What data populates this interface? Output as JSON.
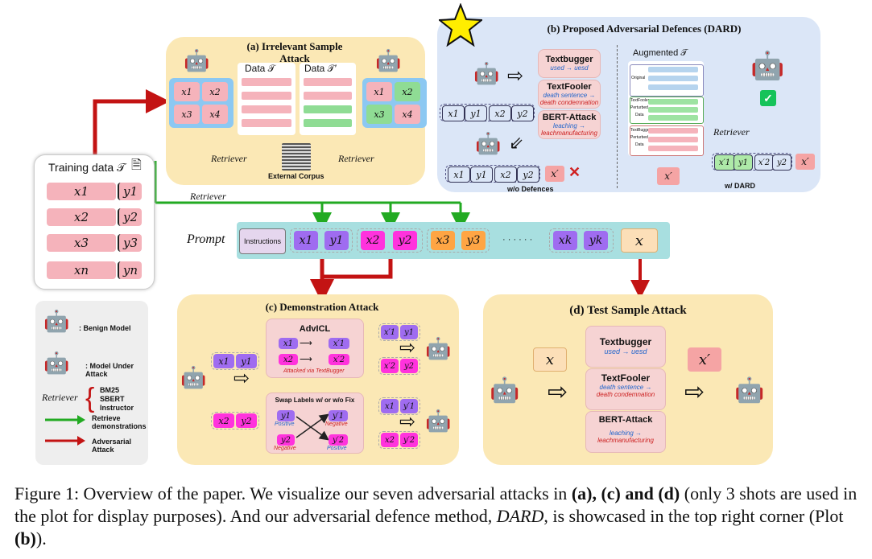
{
  "panel_a": {
    "title": "(a) Irrelevant Sample Attack",
    "data_t": "Data 𝒯",
    "data_tprime": "Data 𝒯′",
    "retriever_left": "Retriever",
    "retriever_right": "Retriever",
    "external_corpus": "External Corpus",
    "cells_left": [
      "x1",
      "x2",
      "x3",
      "x4"
    ],
    "cells_right": [
      "x1",
      "x2",
      "x3",
      "x4"
    ]
  },
  "panel_b": {
    "title": "(b) Proposed Adversarial Defences (DARD)",
    "attacks": [
      {
        "name": "Textbugger",
        "line1": "used → uesd",
        "line2": ""
      },
      {
        "name": "TextFooler",
        "line1": "death sentence →",
        "line2": "death condemnation"
      },
      {
        "name": "BERT-Attack",
        "line1": "leaching →",
        "line2": "leachmanufacturing"
      }
    ],
    "shots_top": [
      "x1",
      "y1",
      "x2",
      "y2"
    ],
    "shots_bottom": [
      "x1",
      "y1",
      "x2",
      "y2"
    ],
    "xprime": "x′",
    "wo_defences": "w/o Defences",
    "augmented": "Augmented 𝒯",
    "aug_labels": [
      "Original",
      "TextFooler",
      "Perturbed",
      "Data",
      "TextBugger",
      "Perturbed",
      "Data"
    ],
    "retriever": "Retriever",
    "dard_shots": [
      "x′1",
      "y1",
      "x′2",
      "y2"
    ],
    "dard_xprime": "x′",
    "w_dard": "w/ DARD"
  },
  "training": {
    "title": "Training data 𝒯",
    "rows": [
      [
        "x1",
        "y1"
      ],
      [
        "x2",
        "y2"
      ],
      [
        "x3",
        "y3"
      ],
      [
        "xn",
        "yn"
      ]
    ],
    "retriever": "Retriever"
  },
  "prompt": {
    "label": "Prompt",
    "instructions": "Instructions",
    "shots": [
      [
        "x1",
        "y1"
      ],
      [
        "x2",
        "y2"
      ],
      [
        "x3",
        "y3"
      ]
    ],
    "ellipsis": "· · · · · ·",
    "last": [
      "xk",
      "yk"
    ],
    "query": "x"
  },
  "legend": {
    "benign": ": Benign Model",
    "under_attack": ": Model Under Attack",
    "retriever": "Retriever",
    "retriever_items": [
      "BM25",
      "SBERT",
      "Instructor"
    ],
    "retrieve": "Retrieve demonstrations",
    "adversarial": "Adversarial Attack"
  },
  "panel_c": {
    "title": "(c) Demonstration Attack",
    "advicl": "AdvICL",
    "advicl_note": "Attacked via TextBugger",
    "advicl_rows": [
      [
        "x1",
        "x′1"
      ],
      [
        "x2",
        "x′2"
      ]
    ],
    "swap_title": "Swap Labels w/ or w/o Fix",
    "swap_left": [
      "y1",
      "y2"
    ],
    "swap_right": [
      "y′1",
      "y′2"
    ],
    "positive": "Positive",
    "negative": "Negative",
    "input_top": [
      "x1",
      "y1"
    ],
    "input_bottom": [
      "x2",
      "y2"
    ],
    "out_top": [
      [
        "x′1",
        "y1"
      ],
      [
        "x′2",
        "y2"
      ]
    ],
    "out_bottom": [
      [
        "x1",
        "y′1"
      ],
      [
        "x2",
        "y′2"
      ]
    ]
  },
  "panel_d": {
    "title": "(d) Test Sample Attack",
    "x": "x",
    "xprime": "x′",
    "attacks": [
      {
        "name": "Textbugger",
        "line1": "used → uesd",
        "line2": ""
      },
      {
        "name": "TextFooler",
        "line1": "death sentence →",
        "line2": "death condemnation"
      },
      {
        "name": "BERT-Attack",
        "line1": "leaching →",
        "line2": "leachmanufacturing"
      }
    ]
  },
  "caption": {
    "p1": "Figure 1: Overview of the paper. We visualize our seven adversarial attacks in ",
    "b1": "(a), (c) and (d)",
    "p2": " (only 3 shots are used in the plot for display purposes). And our adversarial defence method, ",
    "i1": "DARD",
    "p3": ", is showcased in the top right corner (Plot ",
    "b2": "(b)",
    "p4": ")."
  },
  "colors": {
    "panel_yellow": "#fbe8b5",
    "panel_blue": "#dbe6f7",
    "prompt_bar": "#a8dfe0",
    "purple": "#9f6cf0",
    "magenta": "#ff33dd",
    "orange": "#ffa544",
    "green_arrow": "#22aa22",
    "red_arrow": "#c31313"
  }
}
